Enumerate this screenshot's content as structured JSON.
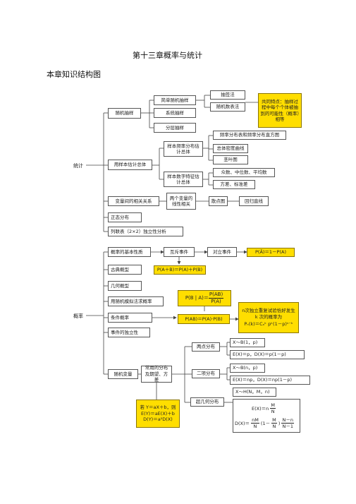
{
  "header": {
    "chapter_title": "第十三章概率与统计",
    "section_title": "本章知识结构图"
  },
  "stats": {
    "side_label": "统计",
    "random_sampling": "随机抽样",
    "simple_random": "简单随机抽样",
    "lottery": "抽签法",
    "random_table": "随机数表法",
    "systematic": "系统抽样",
    "stratified": "分层抽样",
    "common_feature": "共同特点：抽样过程中每个个体被抽到的可能性（概率）相等",
    "estimate_population": "用样本估计总体",
    "freq_dist": "样本频率分布估计总体",
    "freq_table": "频率分布表和频率分布直方图",
    "density_curve": "总体密度曲线",
    "stem_leaf": "茎叶图",
    "numeric_features": "样本数字特征估计总体",
    "central": "众数、中位数、平均数",
    "dispersion": "方差、标准差",
    "correlation": "变量间的相关关系",
    "two_var_linear": "两个变量的线性相关",
    "scatter": "散点图",
    "regression": "回归直线",
    "normal": "正态分布",
    "contingency": "列联表（2×2）独立性分析"
  },
  "prob": {
    "side_label": "概率",
    "basic_props": "概率的基本性质",
    "mutually_exclusive": "互斥事件",
    "complementary": "对立事件",
    "p_complement": "P(Ā)＝1－P(A)",
    "classical": "古典概型",
    "add_rule": "P(A＋B)＝P(A)＋P(B)",
    "geometric": "几何概型",
    "simulation": "用随机模拟法求概率",
    "conditional": "条件概率",
    "cond_formula_lhs": "P(B | A)＝",
    "cond_formula_num": "P(AB)",
    "cond_formula_den": "P(A)",
    "product_rule": "P(AB)＝P(A)·P(B)",
    "independence": "事件的独立性",
    "bernoulli_text": "n次独立重复试验恰好发生 k 次的概率为",
    "bernoulli_formula": "Pₙ(k)＝Cₙᵏ pᵏ(1－p)ⁿ⁻ᵏ",
    "random_variable": "随机变量",
    "common_dists": "常用的分布及期望、方差",
    "two_point": "两点分布",
    "two_point_dist": "X～B(1，p)",
    "two_point_ev": "E(X)＝p，D(X)＝p(1－p)",
    "binomial": "二项分布",
    "binomial_dist": "X～B(n，p)",
    "binomial_ev": "E(X)＝np，D(X)＝np(1－p)",
    "hypergeometric": "超几何分布",
    "hyper_dist": "X～H(N，M，n)",
    "hyper_ev_lhs": "E(X)＝n",
    "hyper_ev_num": "M",
    "hyper_ev_den": "N",
    "hyper_var_lhs": "D(X)＝",
    "hyper_var_f1_num": "nM",
    "hyper_var_f1_den": "N",
    "hyper_var_mid": "(1－",
    "hyper_var_f2_num": "M",
    "hyper_var_f2_den": "N",
    "hyper_var_mid2": ")",
    "hyper_var_f3_num": "N－n",
    "hyper_var_f3_den": "N－1",
    "linear_text": "若 Y＝aX＋b，则",
    "linear_ev": "E(Y)＝aE(X)＋b",
    "linear_var": "D(Y)＝a²D(X)"
  }
}
